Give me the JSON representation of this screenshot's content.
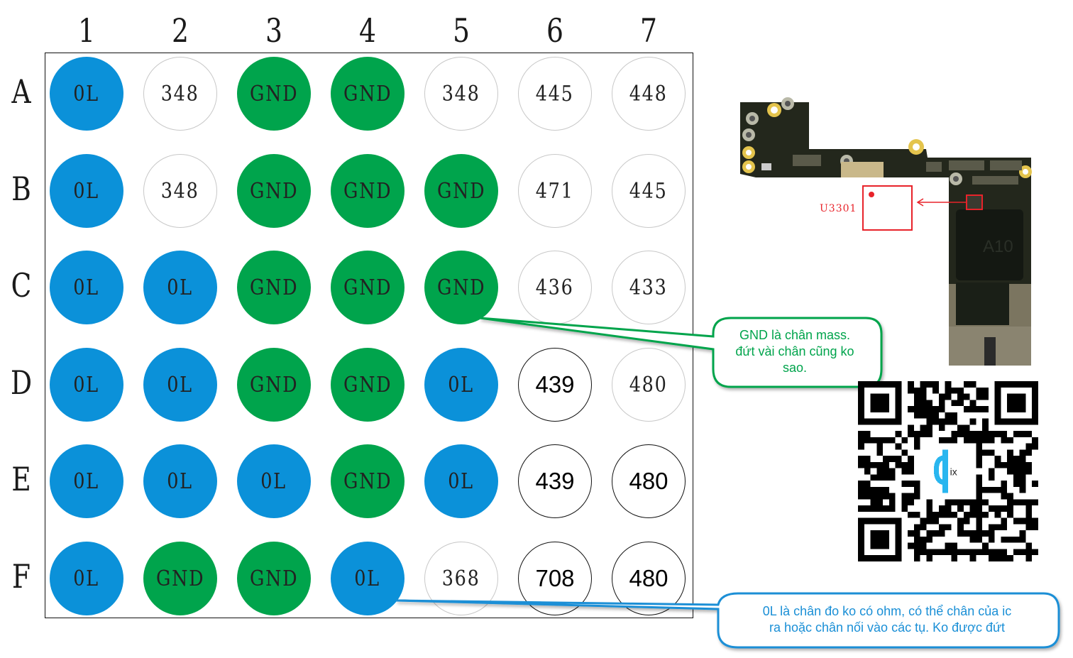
{
  "title": "U3301 pin resistance map",
  "colors": {
    "ol": "#0b91d9",
    "gnd": "#00a44c",
    "ic_marker": "#e8232a"
  },
  "columns": [
    "1",
    "2",
    "3",
    "4",
    "5",
    "6",
    "7"
  ],
  "rows": [
    "A",
    "B",
    "C",
    "D",
    "E",
    "F"
  ],
  "pins": [
    [
      {
        "value": "0L",
        "type": "ol"
      },
      {
        "value": "348",
        "type": "val"
      },
      {
        "value": "GND",
        "type": "gnd"
      },
      {
        "value": "GND",
        "type": "gnd"
      },
      {
        "value": "348",
        "type": "val"
      },
      {
        "value": "445",
        "type": "val"
      },
      {
        "value": "448",
        "type": "val"
      }
    ],
    [
      {
        "value": "0L",
        "type": "ol"
      },
      {
        "value": "348",
        "type": "val"
      },
      {
        "value": "GND",
        "type": "gnd"
      },
      {
        "value": "GND",
        "type": "gnd"
      },
      {
        "value": "GND",
        "type": "gnd"
      },
      {
        "value": "471",
        "type": "val"
      },
      {
        "value": "445",
        "type": "val"
      }
    ],
    [
      {
        "value": "0L",
        "type": "ol"
      },
      {
        "value": "0L",
        "type": "ol"
      },
      {
        "value": "GND",
        "type": "gnd"
      },
      {
        "value": "GND",
        "type": "gnd"
      },
      {
        "value": "GND",
        "type": "gnd"
      },
      {
        "value": "436",
        "type": "val"
      },
      {
        "value": "433",
        "type": "val"
      }
    ],
    [
      {
        "value": "0L",
        "type": "ol"
      },
      {
        "value": "0L",
        "type": "ol"
      },
      {
        "value": "GND",
        "type": "gnd"
      },
      {
        "value": "GND",
        "type": "gnd"
      },
      {
        "value": "0L",
        "type": "ol"
      },
      {
        "value": "439",
        "type": "val-bold"
      },
      {
        "value": "480",
        "type": "val"
      }
    ],
    [
      {
        "value": "0L",
        "type": "ol"
      },
      {
        "value": "0L",
        "type": "ol"
      },
      {
        "value": "0L",
        "type": "ol"
      },
      {
        "value": "GND",
        "type": "gnd"
      },
      {
        "value": "0L",
        "type": "ol"
      },
      {
        "value": "439",
        "type": "val-bold"
      },
      {
        "value": "480",
        "type": "val-bold"
      }
    ],
    [
      {
        "value": "0L",
        "type": "ol"
      },
      {
        "value": "GND",
        "type": "gnd"
      },
      {
        "value": "GND",
        "type": "gnd"
      },
      {
        "value": "0L",
        "type": "ol"
      },
      {
        "value": "368",
        "type": "val"
      },
      {
        "value": "708",
        "type": "val-bold"
      },
      {
        "value": "480",
        "type": "val-bold"
      }
    ]
  ],
  "board": {
    "ic_label": "U3301",
    "chip_marking": "A10"
  },
  "callouts": {
    "gnd": {
      "lines": [
        "GND là chân mass.",
        "đứt vài chân cũng ko",
        "sao."
      ]
    },
    "ol": {
      "lines": [
        "0L là chân đo ko có ohm, có thể chân của ic",
        "ra hoặc chân nối vào các tụ. Ko được đứt"
      ]
    }
  },
  "qr": {
    "logo_text": "ix"
  }
}
